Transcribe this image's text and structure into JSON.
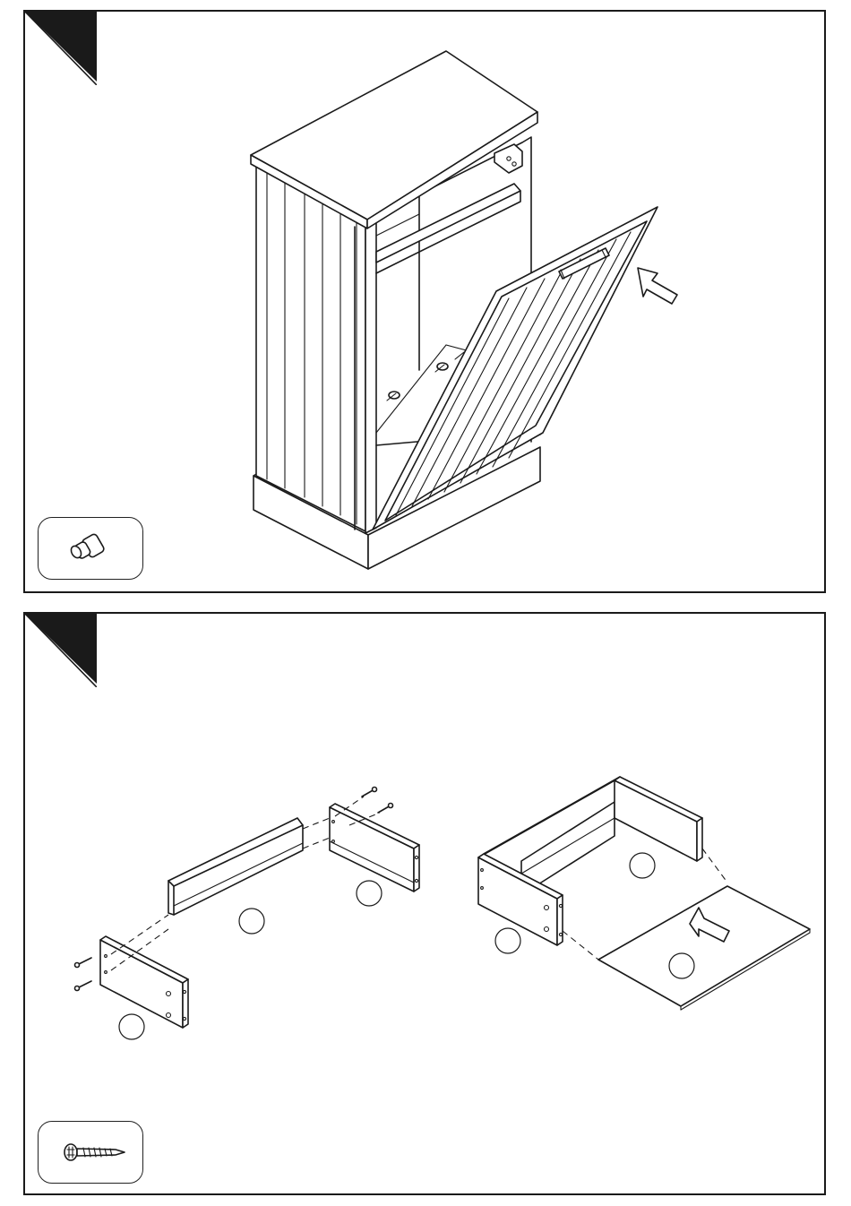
{
  "steps": [
    {
      "panel": "top",
      "step_number": "",
      "hardware_icons": [
        "shelf-pin-icon"
      ],
      "assembly_arrow": "insert-arrow"
    },
    {
      "panel": "bottom",
      "step_number": "",
      "hardware_icons": [
        "screw-icon"
      ],
      "part_labels": [
        "",
        "",
        "",
        "",
        "",
        ""
      ],
      "assembly_arrow": "slide-arrow"
    }
  ],
  "colors": {
    "line": "#1a1a1a",
    "background": "#ffffff",
    "corner_tab": "#1a1a1a"
  }
}
